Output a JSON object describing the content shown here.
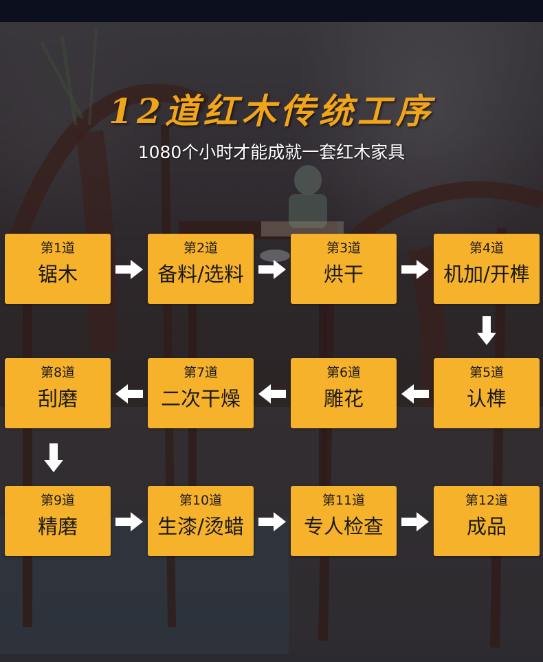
{
  "title": "12道红木传统工序",
  "subtitle": "1080个小时才能成就一套红木家具",
  "accent_color": "#f7b22c",
  "title_color": "#f3a51a",
  "steps": [
    {
      "num": "第1道",
      "name": "锯木"
    },
    {
      "num": "第2道",
      "name": "备料/选料"
    },
    {
      "num": "第3道",
      "name": "烘干"
    },
    {
      "num": "第4道",
      "name": "机加/开榫"
    },
    {
      "num": "第5道",
      "name": "认榫"
    },
    {
      "num": "第6道",
      "name": "雕花"
    },
    {
      "num": "第7道",
      "name": "二次干燥"
    },
    {
      "num": "第8道",
      "name": "刮磨"
    },
    {
      "num": "第9道",
      "name": "精磨"
    },
    {
      "num": "第10道",
      "name": "生漆/烫蜡"
    },
    {
      "num": "第11道",
      "name": "专人检查"
    },
    {
      "num": "第12道",
      "name": "成品"
    }
  ],
  "arrow_icons": [
    "arrow-right-icon",
    "arrow-left-icon",
    "arrow-down-icon"
  ]
}
